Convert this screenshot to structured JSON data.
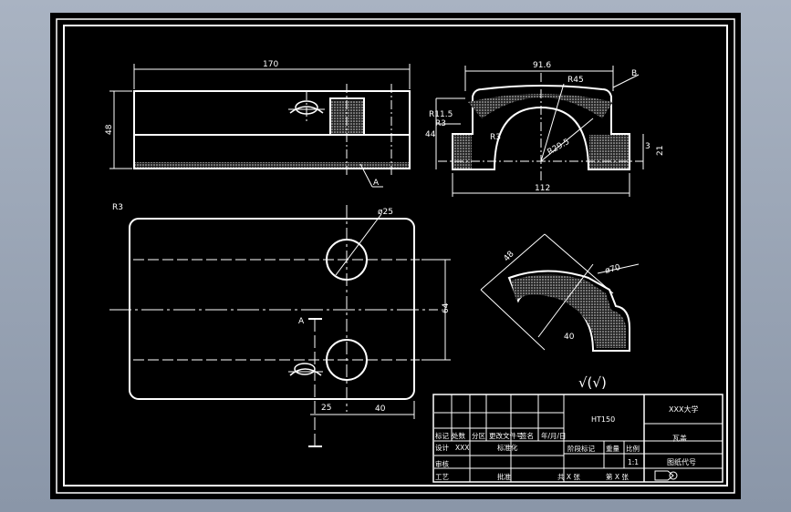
{
  "dimensions": {
    "top_length": "170",
    "top_height": "48",
    "span_916": "91.6",
    "r45": "R45",
    "label_b": "B",
    "r115": "R11.5",
    "r3_small": "R3",
    "r3_mid": "R3",
    "height_44": "44",
    "r295": "R29.5",
    "dim_3": "3",
    "dim_21": "21",
    "width_112": "112",
    "label_a_top": "A",
    "r3_plan": "R3",
    "dia_25": "ø25",
    "dim_64": "64",
    "label_a_plan": "A",
    "dim_25": "25",
    "dim_40": "40",
    "iso_48": "48",
    "iso_dia70": "ø70",
    "iso_r40": "40"
  },
  "title_block": {
    "material": "HT150",
    "school": "XXX大学",
    "part_name": "瓦盖",
    "drawing_no": "图纸代号",
    "row_biaoji": "标记",
    "row_chushu": "处数",
    "row_fenqu": "分区",
    "row_gengai": "更改文件号",
    "row_qianming": "签名",
    "row_date": "年/月/日",
    "sheji": "设计",
    "xxx": "XXX",
    "biaozhunhua": "标准化",
    "jieduan": "阶段标记",
    "zhongliang": "重量",
    "bili": "比例",
    "scale": "1:1",
    "shenhe": "审核",
    "gongyi": "工艺",
    "pizhun": "批准",
    "gong": "共 X 张",
    "di": "第 X 张"
  },
  "colors": {
    "paper": "#000000",
    "line": "#ffffff",
    "hatch": "#d8d8d8"
  }
}
